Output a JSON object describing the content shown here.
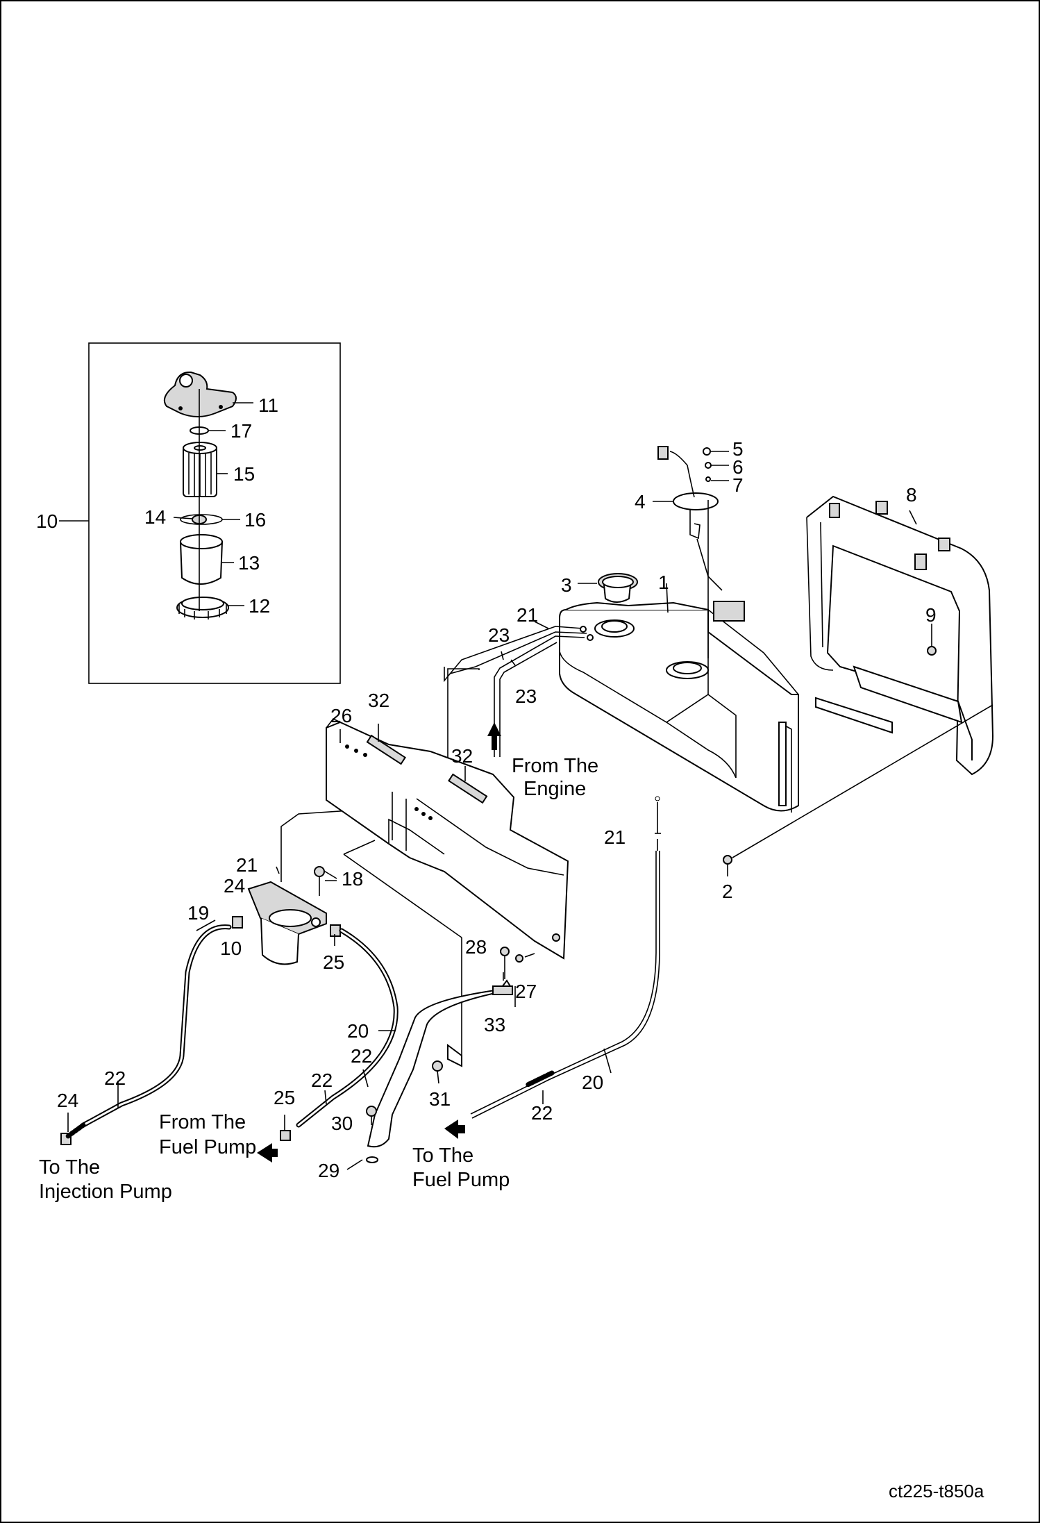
{
  "diagram": {
    "drawing_code": "ct225-t850a",
    "callouts": {
      "c1": "1",
      "c2": "2",
      "c3": "3",
      "c4": "4",
      "c5": "5",
      "c6": "6",
      "c7": "7",
      "c8": "8",
      "c9": "9",
      "c10_inset": "10",
      "c10_main": "10",
      "c11": "11",
      "c12": "12",
      "c13": "13",
      "c14": "14",
      "c15": "15",
      "c16": "16",
      "c17": "17",
      "c18": "18",
      "c19": "19",
      "c20_left": "20",
      "c20_right": "20",
      "c21_top": "21",
      "c21_mid": "21",
      "c21_left": "21",
      "c22_a": "22",
      "c22_b": "22",
      "c22_c": "22",
      "c22_d": "22",
      "c23_a": "23",
      "c23_b": "23",
      "c24_a": "24",
      "c24_b": "24",
      "c25_a": "25",
      "c25_b": "25",
      "c26": "26",
      "c27": "27",
      "c28": "28",
      "c29": "29",
      "c30": "30",
      "c31": "31",
      "c32_a": "32",
      "c32_b": "32",
      "c33": "33"
    },
    "notes": {
      "from_engine_1": "From The",
      "from_engine_2": "Engine",
      "to_injection_1": "To The",
      "to_injection_2": "Injection Pump",
      "from_fuel_pump_1": "From The",
      "from_fuel_pump_2": "Fuel Pump",
      "to_fuel_pump_1": "To The",
      "to_fuel_pump_2": "Fuel Pump"
    }
  }
}
